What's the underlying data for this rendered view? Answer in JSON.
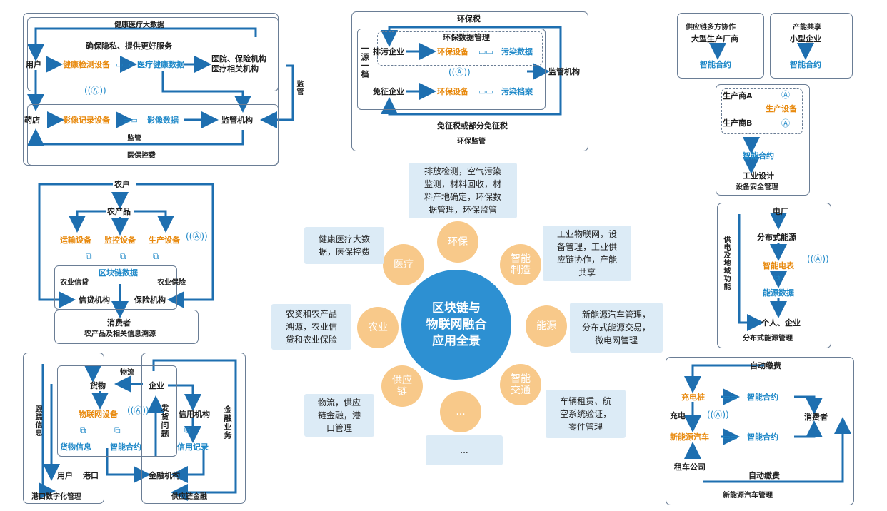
{
  "center": {
    "title": "区块链与\n物联网融合\n应用全景"
  },
  "petals": [
    {
      "label": "环保",
      "box": "排放检测，空气污染\n监测，材料回收，材\n料产地确定，环保数\n据管理，环保监管"
    },
    {
      "label": "智能\n制造",
      "box": "工业物联网，设\n备管理，工业供\n应链协作，产能\n共享"
    },
    {
      "label": "能源",
      "box": "新能源汽车管理，\n分布式能源交易，\n微电网管理"
    },
    {
      "label": "智能\n交通",
      "box": "车辆租赁、航\n空系统验证，\n零件管理"
    },
    {
      "label": "...",
      "box": "..."
    },
    {
      "label": "供应\n链",
      "box": "物流，供应\n链金融，港\n口管理"
    },
    {
      "label": "农业",
      "box": "农资和农产品\n溯源，农业信\n贷和农业保险"
    },
    {
      "label": "医疗",
      "box": "健康医疗大数\n据，医保控费"
    }
  ],
  "medical": {
    "top_title": "健康医疗大数据",
    "privacy": "确保隐私、提供更好服务",
    "user": "用户",
    "device": "健康检测设备",
    "data": "医疗健康数据",
    "hospital": "医院、保险机构\n医疗相关机构",
    "pharmacy": "药店",
    "video_device": "影像记录设备",
    "video_data": "影像数据",
    "regulator": "监管机构",
    "supervise_bottom": "监管",
    "supervise_side": "监管",
    "bottom_title": "医保控费"
  },
  "env": {
    "title": "环保税",
    "inner_title": "环保数据管理",
    "side": "一源一档",
    "polluter": "排污企业",
    "device1": "环保设备",
    "pollution_data": "污染数据",
    "exempt": "免征企业",
    "device2": "环保设备",
    "pollution_file": "污染档案",
    "regulator": "监管机构",
    "exempt_text": "免征税或部分免征税",
    "bottom_title": "环保监管"
  },
  "manufacturing": {
    "collab_title": "供应链多方协作",
    "big_maker": "大型生产厂商",
    "contract1": "智能合约",
    "share_title": "产能共享",
    "small_maker": "小型企业",
    "contract2": "智能合约",
    "maker_a": "生产商A",
    "prod_device": "生产设备",
    "maker_b": "生产商B",
    "contract3": "智能合约",
    "design": "工业设计",
    "security": "设备安全管理"
  },
  "agri": {
    "farmer": "农户",
    "product": "农产品",
    "transport": "运输设备",
    "monitor": "监控设备",
    "production": "生产设备",
    "blockchain": "区块链数据",
    "credit": "农业信贷",
    "insurance": "农业保险",
    "lender": "信贷机构",
    "insurer": "保险机构",
    "consumer": "消费者",
    "footer": "农产品及相关信息溯源"
  },
  "energy": {
    "plant": "电厂",
    "distributed": "分布式能源",
    "meter": "智能电表",
    "energy_data": "能源数据",
    "side": "供电及地域功能",
    "people": "个人、企业",
    "title": "分布式能源管理"
  },
  "supply": {
    "goods": "货物",
    "logistics": "物流",
    "company": "企业",
    "iot_device": "物联网设备",
    "issue": "发货问题",
    "credit_org": "信用机构",
    "finance_side": "金融业务",
    "tracking_side": "跟踪信息",
    "goods_info": "货物信息",
    "contract": "智能合约",
    "credit_record": "信用记录",
    "user": "用户",
    "port": "港口",
    "finance": "金融机构",
    "port_title": "港口数字化管理",
    "fin_title": "供应链金融"
  },
  "ev": {
    "top": "自动缴费",
    "charger": "充电桩",
    "contract1": "智能合约",
    "consumer": "消费者",
    "charge": "充电",
    "ev_car": "新能源汽车",
    "contract2": "智能合约",
    "rental": "租车公司",
    "bottom": "自动缴费",
    "title": "新能源汽车管理"
  },
  "colors": {
    "blue": "#1e88c8",
    "orange": "#e88a0f",
    "petal": "#f8c98a",
    "center": "#2d90d2",
    "box": "#dcebf6"
  }
}
